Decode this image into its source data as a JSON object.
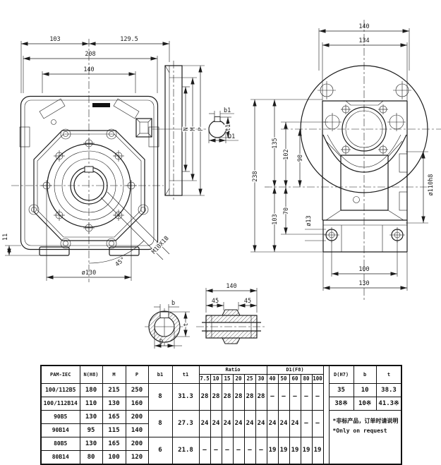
{
  "front_view": {
    "dim_103": "103",
    "dim_129_5": "129.5",
    "dim_208": "208",
    "dim_140": "140",
    "dim_11": "11",
    "dim_bolt_circle": "ø130",
    "dim_angle": "45°",
    "thread_callout": "M10X18"
  },
  "flange_side_view": {
    "dim_n": "N",
    "dim_m": "M",
    "dim_p": "P"
  },
  "input_bore_detail": {
    "dim_b1": "b1",
    "dim_t1": "t1",
    "dim_d1": "D1"
  },
  "rear_view": {
    "dim_140": "140",
    "dim_134": "134",
    "dim_238": "238",
    "dim_135": "135",
    "dim_102": "102",
    "dim_90": "90",
    "dim_70": "70",
    "dim_103": "103",
    "dim_hole": "ø13",
    "dim_spigot": "ø110h8",
    "dim_100": "100",
    "dim_130": "130"
  },
  "output_bore_detail": {
    "dim_b": "b",
    "dim_t": "t",
    "dim_d": "D"
  },
  "output_shaft_view": {
    "dim_140": "140",
    "dim_45_left": "45",
    "dim_45_right": "45"
  },
  "table": {
    "headers": {
      "pam": "PAM-IEC",
      "n": "N(H8)",
      "m": "M",
      "p": "P",
      "b1": "b1",
      "t1": "t1",
      "ratio": "Ratio",
      "d1": "D1(F8)",
      "d": "D(H7)",
      "b": "b",
      "t": "t"
    },
    "ratio_cols": [
      "7.5",
      "10",
      "15",
      "20",
      "25",
      "30",
      "40",
      "50",
      "60",
      "80",
      "100"
    ],
    "groups": [
      {
        "b1": "8",
        "t1": "31.3",
        "rows": [
          {
            "pam": "100/112B5",
            "n": "180",
            "m": "215",
            "p": "250"
          },
          {
            "pam": "100/112B14",
            "n": "110",
            "m": "130",
            "p": "160"
          }
        ],
        "ratios": [
          "28",
          "28",
          "28",
          "28",
          "28",
          "28",
          "—",
          "—",
          "—",
          "—",
          "—"
        ]
      },
      {
        "b1": "8",
        "t1": "27.3",
        "rows": [
          {
            "pam": "90B5",
            "n": "130",
            "m": "165",
            "p": "200"
          },
          {
            "pam": "90B14",
            "n": "95",
            "m": "115",
            "p": "140"
          }
        ],
        "ratios": [
          "24",
          "24",
          "24",
          "24",
          "24",
          "24",
          "24",
          "24",
          "24",
          "—",
          "—"
        ]
      },
      {
        "b1": "6",
        "t1": "21.8",
        "rows": [
          {
            "pam": "80B5",
            "n": "130",
            "m": "165",
            "p": "200"
          },
          {
            "pam": "80B14",
            "n": "80",
            "m": "100",
            "p": "120"
          }
        ],
        "ratios": [
          "—",
          "—",
          "—",
          "—",
          "—",
          "—",
          "19",
          "19",
          "19",
          "19",
          "19"
        ]
      }
    ],
    "output_rows": [
      {
        "d": "35",
        "b": "10",
        "t": "38.3"
      },
      {
        "d": "38※",
        "b": "10※",
        "t": "41.3※"
      }
    ],
    "note_line1": "*非标产品，订单时请说明",
    "note_line2": "*Only on request"
  }
}
